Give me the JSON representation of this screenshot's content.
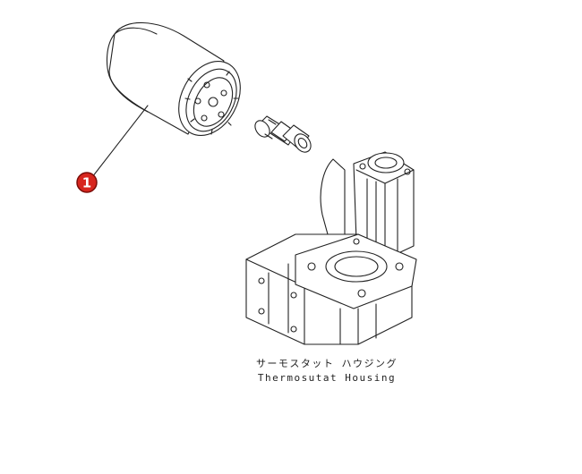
{
  "diagram": {
    "callouts": [
      {
        "number": "1",
        "part": "oil-filter",
        "color": "#d7261e"
      }
    ],
    "caption_jp": "サーモスタット ハウジング",
    "caption_en": "Thermosutat Housing",
    "line_color": "#222222",
    "background": "#ffffff"
  }
}
